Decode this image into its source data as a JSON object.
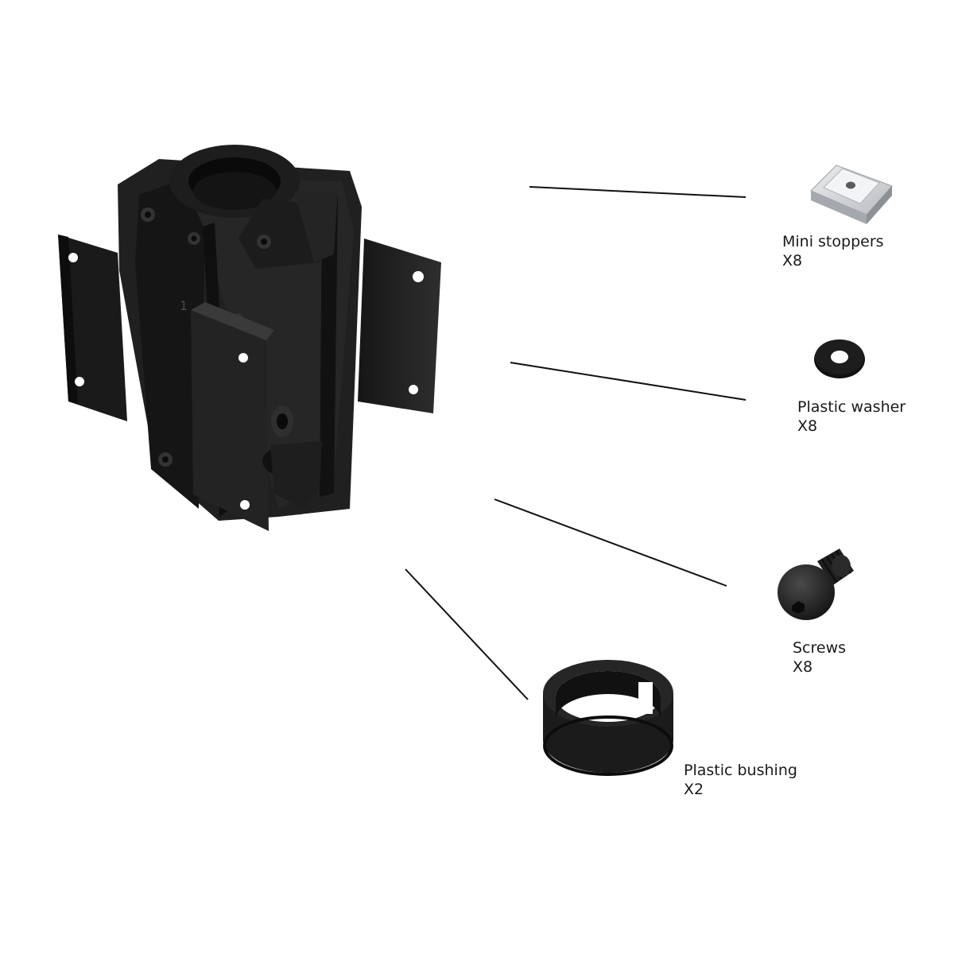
{
  "parts": [
    {
      "name": "Mini stoppers",
      "quantity": "X8",
      "icon": "mini-stopper-icon"
    },
    {
      "name": "Plastic washer",
      "quantity": "X8",
      "icon": "washer-icon"
    },
    {
      "name": "Screws",
      "quantity": "X8",
      "icon": "screw-icon"
    },
    {
      "name": "Plastic bushing",
      "quantity": "X2",
      "icon": "bushing-icon"
    }
  ],
  "main_part": {
    "icon": "pole-mount-bracket-icon",
    "marking": "1"
  },
  "colors": {
    "metal": "#1c1c1c",
    "plate": "#2a2a2a",
    "stopper": "#d4d6d8",
    "line": "#111111",
    "text": "#1a1a1a"
  }
}
